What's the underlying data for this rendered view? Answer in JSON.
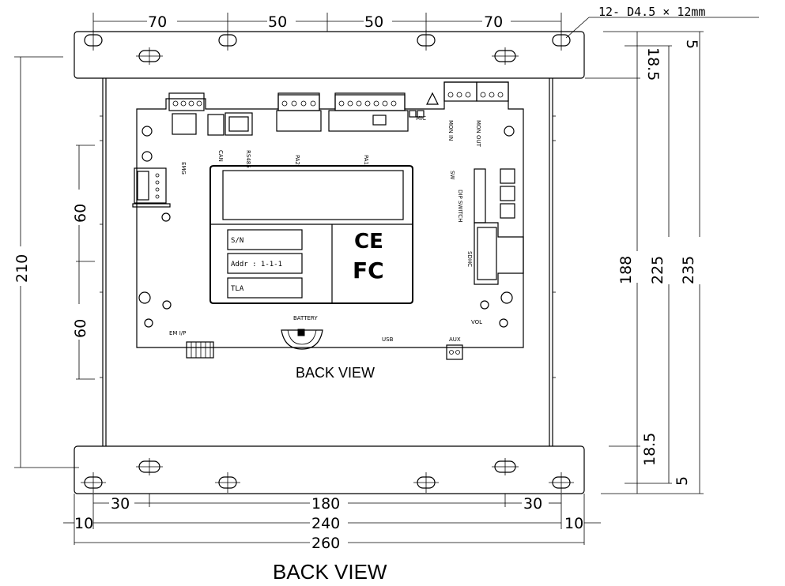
{
  "dimensions": {
    "top": [
      "70",
      "50",
      "50",
      "70"
    ],
    "hole_note": "12- D4.5 × 12mm",
    "right_small_top": "5",
    "right_18_top": "18.5",
    "right_188": "188",
    "right_225": "225",
    "right_235": "235",
    "right_18_bottom": "18.5",
    "right_small_bottom": "5",
    "left_210": "210",
    "left_60_top": "60",
    "left_60_bottom": "60",
    "bottom_30_left": "30",
    "bottom_180": "180",
    "bottom_30_right": "30",
    "bottom_10_left": "10",
    "bottom_240": "240",
    "bottom_10_right": "10",
    "bottom_260": "260"
  },
  "board": {
    "labels": {
      "sn": "S/N",
      "addr": "Addr : 1-1-1",
      "tla": "TLA",
      "ce": "CE",
      "fc": "FC",
      "battery": "BATTERY",
      "usb": "USB",
      "aux": "AUX",
      "vol": "VOL",
      "sw": "SW",
      "em_ip": "EM I/P",
      "emg": "EMG",
      "can": "CAN",
      "rs485": "RS485",
      "pa2": "PA2",
      "pa1": "PA1",
      "mon_in": "MON IN",
      "mon_out": "MON OUT",
      "dip": "DIP SWITCH",
      "sdhc": "SDHC",
      "mic": "MIC"
    }
  },
  "captions": {
    "inner_view": "BACK VIEW",
    "outer_view": "BACK VIEW"
  }
}
